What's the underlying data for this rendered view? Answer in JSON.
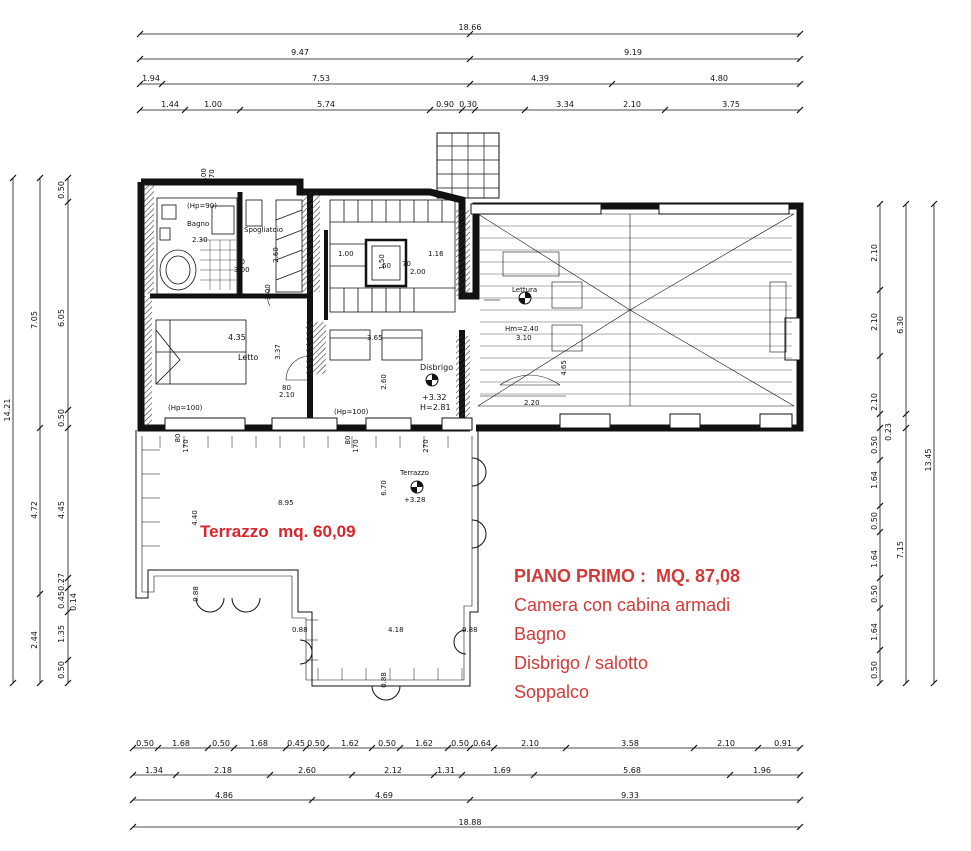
{
  "dimensions": {
    "top": {
      "total": "18.66",
      "row2": [
        "9.47",
        "9.19"
      ],
      "row3": [
        "1.94",
        "7.53",
        "4.39",
        "4.80"
      ],
      "row4": [
        "1.44",
        "1.00",
        "5.74",
        "0.90",
        "0.30",
        "3.34",
        "2.10",
        "3.75"
      ]
    },
    "bottom": {
      "row1": [
        "0.50",
        "1.68",
        "0.50",
        "1.68",
        "0.45",
        "0.50",
        "1.62",
        "0.50",
        "1.62",
        "0.50",
        "0.64",
        "2.10",
        "3.58",
        "2.10",
        "0.91"
      ],
      "row2": [
        "1.34",
        "2.18",
        "2.60",
        "2.12",
        "1.31",
        "1.69",
        "5.68",
        "1.96"
      ],
      "row3": [
        "4.86",
        "4.69",
        "9.33"
      ],
      "total": "18.88"
    },
    "left": {
      "total": "14.21",
      "col2": [
        "7.05",
        "4.72",
        "2.44"
      ],
      "col3": [
        "0.50",
        "6.05",
        "0.50",
        "4.45",
        "0.27",
        "0.45",
        "1.35",
        "0.50"
      ],
      "extra": "0.14"
    },
    "right": {
      "col1": [
        "2.10",
        "2.10",
        "2.10",
        "0.50",
        "1.64",
        "0.50",
        "1.64",
        "0.50",
        "1.64",
        "0.50"
      ],
      "col2": [
        "6.30",
        "0.23",
        "7.15"
      ],
      "total": "13.45"
    }
  },
  "rooms": {
    "bagno": "Bagno",
    "bagno_hp": "(Hp=90)",
    "bagno_dim": "2.30",
    "bagno_h1": "70",
    "bagno_h2": "3.00",
    "spogliatoio": "Spogliatoio",
    "letto": "Letto",
    "letto_dim": "4.35",
    "letto_hp": "(Hp=100)",
    "corr_hp": "(Hp=100)",
    "disbrigo": "Disbrigo",
    "disbrigo_level": "+3.32",
    "disbrigo_h": "H=2.81",
    "lettura": "Lettura",
    "lettura_h": "Hm=2.40",
    "terrazzo_label": "Terrazzo",
    "terrazzo_level": "+3.28"
  },
  "inner_dims": [
    "2.60",
    "2.00",
    "3.37",
    "80",
    "2.10",
    "1.50",
    "1.16",
    "1.00",
    "70",
    "2.00",
    "60",
    "3.65",
    "2.60",
    "3.10",
    "2.20",
    "4.65",
    "8.95",
    "4.40",
    "6.70",
    "4.18",
    "0.88",
    "0.88",
    "0.88",
    "0.88",
    "80",
    "170",
    "80",
    "170",
    "270",
    "1.00",
    "170"
  ],
  "terrace_text": "Terrazzo  mq. 60,09",
  "info": {
    "title": "PIANO PRIMO :  MQ. 87,08",
    "lines": [
      "Camera con cabina armadi",
      "Bagno",
      "Disbrigo / salotto",
      "Soppalco"
    ]
  }
}
